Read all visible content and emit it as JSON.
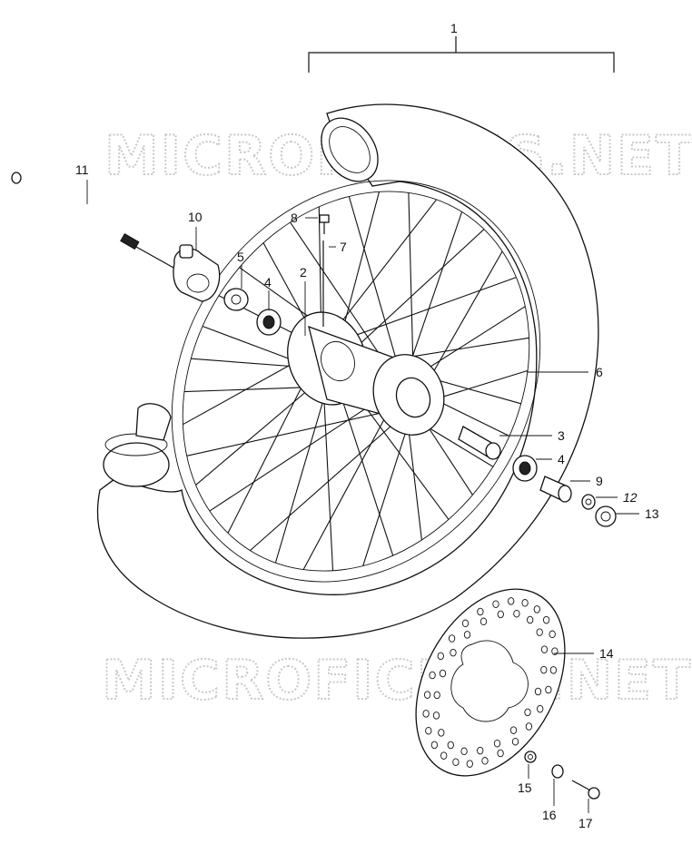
{
  "watermark": "MICROFICHES.NET",
  "callouts": [
    {
      "id": "1",
      "label": "1"
    },
    {
      "id": "2",
      "label": "2"
    },
    {
      "id": "3",
      "label": "3"
    },
    {
      "id": "4a",
      "label": "4"
    },
    {
      "id": "4b",
      "label": "4"
    },
    {
      "id": "5",
      "label": "5"
    },
    {
      "id": "6",
      "label": "6"
    },
    {
      "id": "7",
      "label": "7"
    },
    {
      "id": "8",
      "label": "8"
    },
    {
      "id": "9",
      "label": "9"
    },
    {
      "id": "10",
      "label": "10"
    },
    {
      "id": "11",
      "label": "11"
    },
    {
      "id": "12",
      "label": "12"
    },
    {
      "id": "13",
      "label": "13"
    },
    {
      "id": "14",
      "label": "14"
    },
    {
      "id": "15",
      "label": "15"
    },
    {
      "id": "16",
      "label": "16"
    },
    {
      "id": "17",
      "label": "17"
    }
  ]
}
